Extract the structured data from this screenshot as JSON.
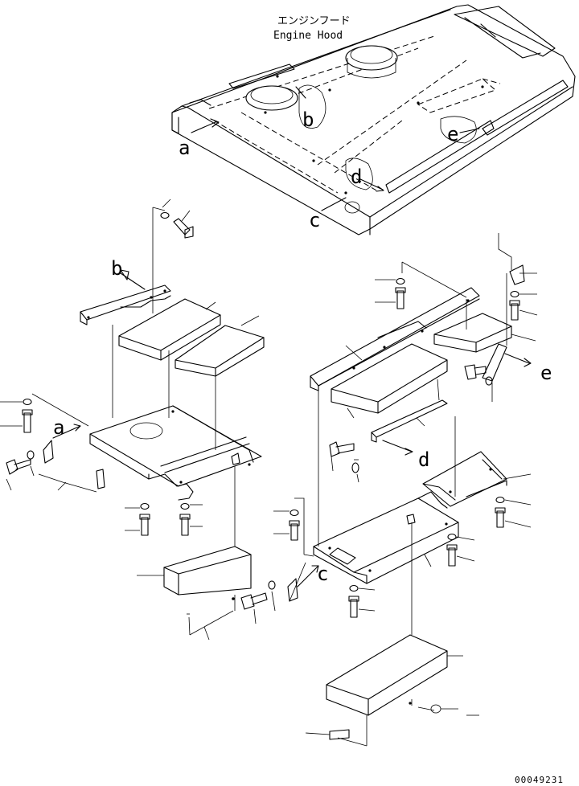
{
  "title": {
    "japanese": "エンジンフード",
    "english": "Engine Hood"
  },
  "callouts": {
    "a": "a",
    "b": "b",
    "c": "c",
    "d": "d",
    "e": "e"
  },
  "figure_number": "00049231"
}
